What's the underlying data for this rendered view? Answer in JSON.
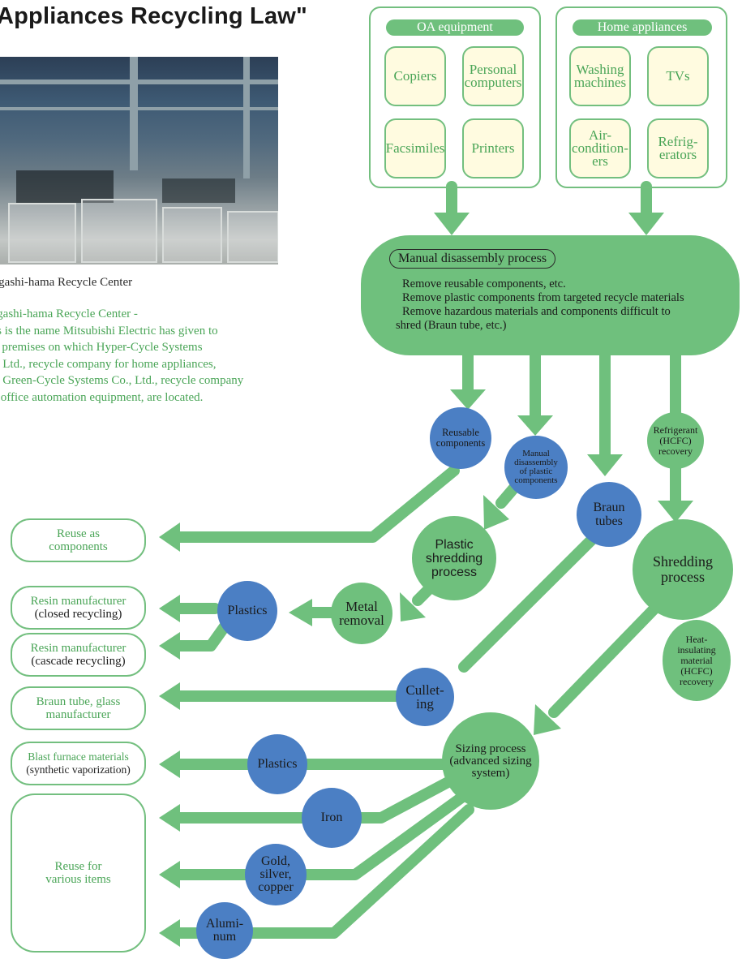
{
  "header": {
    "title": "Appliances Recycling Law\""
  },
  "photo": {
    "caption": "igashi-hama Recycle Center"
  },
  "description": "igashi-hama Recycle Center -\nis is the name Mitsubishi Electric has given to\ne premises on which Hyper-Cycle Systems\n., Ltd., recycle company for home appliances,\nd Green-Cycle Systems Co., Ltd., recycle company\nr office automation equipment, are located.",
  "oa_group": {
    "title": "OA equipment",
    "items": [
      "Copiers",
      "Personal computers",
      "Facsimiles",
      "Printers"
    ]
  },
  "home_group": {
    "title": "Home appliances",
    "items": [
      "Washing machines",
      "TVs",
      "Air-condition-ers",
      "Refrig-erators"
    ]
  },
  "manual_process": {
    "title": "Manual disassembly process",
    "lines": [
      "Remove reusable components, etc.",
      "Remove plastic components from targeted recycle materials",
      "Remove hazardous materials and components difficult to",
      "shred (Braun tube, etc.)"
    ]
  },
  "nodes": {
    "reusable": "Reusable components",
    "manual_plastic": "Manual disassembly of plastic components",
    "braun_tubes": "Braun tubes",
    "refrigerant": "Refrigerant (HCFC) recovery",
    "plastic_shredding": "Plastic shredding process",
    "shredding": "Shredding process",
    "heat_insulating": "Heat-insulating material (HCFC) recovery",
    "metal_removal": "Metal removal",
    "plastics_1": "Plastics",
    "culleting": "Cullet-ing",
    "sizing": "Sizing process (advanced sizing system)",
    "plastics_2": "Plastics",
    "iron": "Iron",
    "gold": "Gold, silver, copper",
    "aluminum": "Alumi-num"
  },
  "destinations": {
    "reuse_components": {
      "main": "Reuse as components",
      "sub": ""
    },
    "resin_closed": {
      "main": "Resin manufacturer",
      "sub": "(closed recycling)"
    },
    "resin_cascade": {
      "main": "Resin manufacturer",
      "sub": "(cascade recycling)"
    },
    "braun_glass": {
      "main": "Braun tube, glass manufacturer",
      "sub": ""
    },
    "blast_furnace": {
      "main": "Blast furnace materials",
      "sub": "(synthetic vaporization)"
    },
    "reuse_various": {
      "main": "Reuse for various items",
      "sub": ""
    }
  },
  "colors": {
    "flow_green": "#6fc07d",
    "node_blue": "#4b7fc4",
    "text_green": "#4aa557",
    "box_fill": "#fffbe0"
  }
}
